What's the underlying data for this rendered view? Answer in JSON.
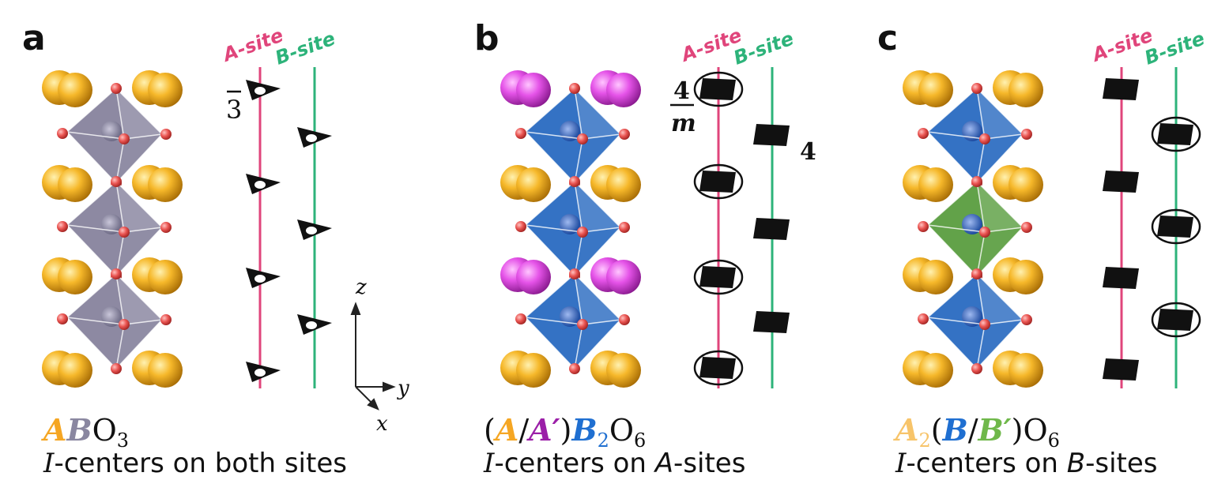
{
  "panels": [
    {
      "letter": "a",
      "a_site_label": "A-site",
      "b_site_label": "B-site",
      "sym_label": "3",
      "formula": [
        {
          "t": "A",
          "c": "#f5a623",
          "i": true
        },
        {
          "t": "B",
          "c": "#8a87a0",
          "i": true
        },
        {
          "t": "O",
          "c": "#111111",
          "i": false
        },
        {
          "t": "3",
          "c": "#111111",
          "i": false,
          "sub": true
        }
      ],
      "caption_script": "I",
      "caption_rest": "-centers on both sites"
    },
    {
      "letter": "b",
      "a_site_label": "A-site",
      "b_site_label": "B-site",
      "sym_label_num": "4",
      "sym_label_den": "m",
      "sym_label_b": "4",
      "formula": [
        {
          "t": "(",
          "c": "#111111",
          "i": false
        },
        {
          "t": "A",
          "c": "#f5a623",
          "i": true
        },
        {
          "t": "/",
          "c": "#111111",
          "i": false
        },
        {
          "t": "A′",
          "c": "#9b1fa8",
          "i": true
        },
        {
          "t": ")",
          "c": "#111111",
          "i": false
        },
        {
          "t": "B",
          "c": "#1f6fd1",
          "i": true
        },
        {
          "t": "2",
          "c": "#1f6fd1",
          "i": false,
          "sub": true
        },
        {
          "t": "O",
          "c": "#111111",
          "i": false
        },
        {
          "t": "6",
          "c": "#111111",
          "i": false,
          "sub": true
        }
      ],
      "caption_script": "I",
      "caption_rest": "-centers on ",
      "caption_italic": "A",
      "caption_tail": "-sites"
    },
    {
      "letter": "c",
      "a_site_label": "A-site",
      "b_site_label": "B-site",
      "formula": [
        {
          "t": "A",
          "c": "#f7c46a",
          "i": true
        },
        {
          "t": "2",
          "c": "#f7c46a",
          "i": false,
          "sub": true
        },
        {
          "t": "(",
          "c": "#111111",
          "i": false
        },
        {
          "t": "B",
          "c": "#1f6fd1",
          "i": true
        },
        {
          "t": "/",
          "c": "#111111",
          "i": false
        },
        {
          "t": "B′",
          "c": "#6fb84a",
          "i": true
        },
        {
          "t": ")",
          "c": "#111111",
          "i": false
        },
        {
          "t": "O",
          "c": "#111111",
          "i": false
        },
        {
          "t": "6",
          "c": "#111111",
          "i": false,
          "sub": true
        }
      ],
      "caption_script": "I",
      "caption_rest": "-centers on ",
      "caption_italic": "B",
      "caption_tail": "-sites"
    }
  ],
  "axes": {
    "z": "z",
    "y": "y",
    "x": "x"
  },
  "colors": {
    "a_site_line": "#e0457b",
    "b_site_line": "#2db37a",
    "a_atom": "#f5b429",
    "a_prime_atom": "#e25ae6",
    "oxygen": "#e8504f",
    "octa_gray": "#8a87a0",
    "octa_blue": "#2f6fc2",
    "octa_green": "#5fa046"
  }
}
